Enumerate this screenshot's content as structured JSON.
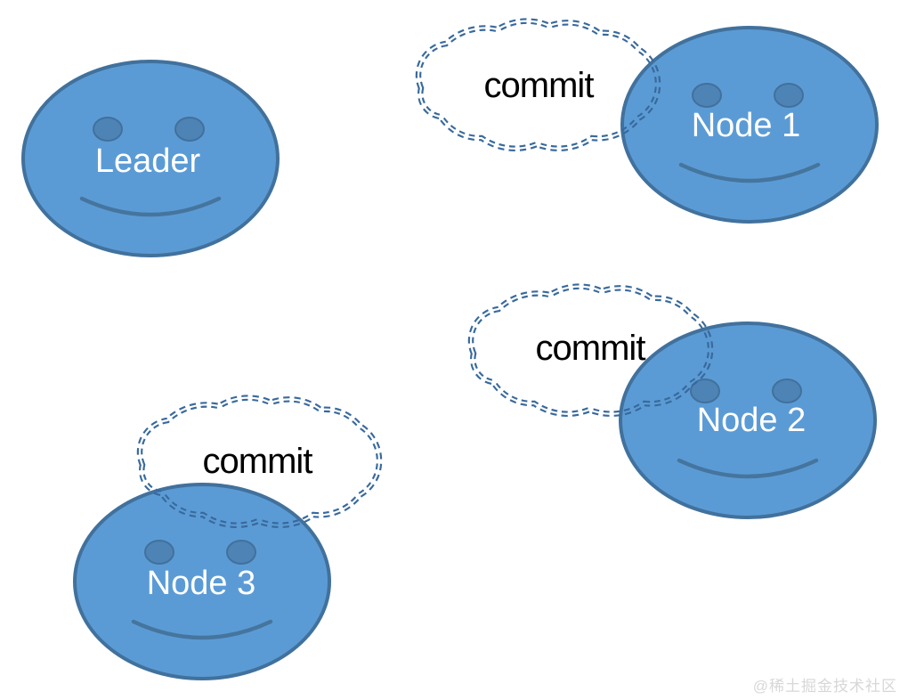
{
  "diagram": {
    "description": "Raft consensus commit broadcast diagram: a leader smiley face and three follower node smiley faces, each follower receiving a dashed 'commit' message cloud",
    "watermark": "@稀土掘金技术社区",
    "nodes": [
      {
        "id": "leader",
        "label": "Leader"
      },
      {
        "id": "node1",
        "label": "Node 1"
      },
      {
        "id": "node2",
        "label": "Node 2"
      },
      {
        "id": "node3",
        "label": "Node 3"
      }
    ],
    "messages": [
      {
        "to": "node1",
        "label": "commit"
      },
      {
        "to": "node2",
        "label": "commit"
      },
      {
        "to": "node3",
        "label": "commit"
      }
    ],
    "colors": {
      "background": "#ffffff",
      "face_fill": "#5b9bd5",
      "face_stroke": "#41719c",
      "eye_fill": "#4e83b6",
      "eye_stroke": "#41719c",
      "mouth_stroke": "#45759e",
      "cloud_dash_stroke": "#38699c",
      "node_label_text": "#ffffff",
      "commit_text": "#000000",
      "watermark_text": "#d7d7d7"
    }
  }
}
